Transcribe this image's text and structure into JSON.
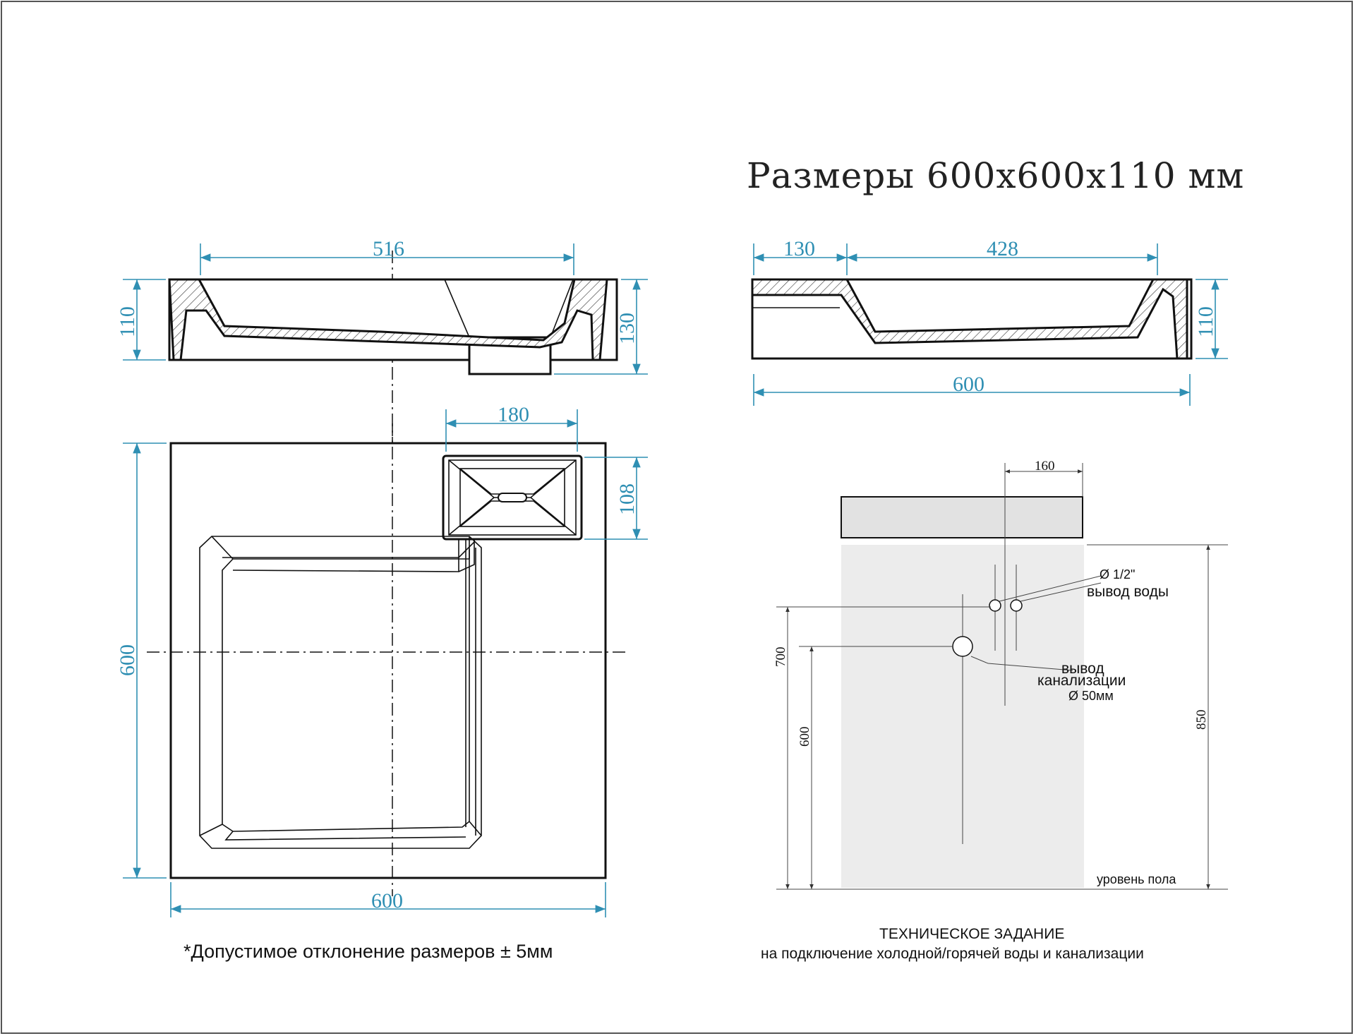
{
  "title": "Размеры 600х600х110 мм",
  "side_view_left": {
    "top_width": "516",
    "left_height": "110",
    "right_height": "130"
  },
  "side_view_right": {
    "left_step": "130",
    "bowl_width": "428",
    "height": "110",
    "total_width": "600"
  },
  "top_view": {
    "drain_width": "180",
    "drain_depth": "108",
    "height": "600",
    "width": "600"
  },
  "tolerance_note": "*Допустимое отклонение размеров ± 5мм",
  "tech_spec": {
    "offset_top": "160",
    "water_pipe_diameter": "Ø 1/2\"",
    "water_outlet_label": "вывод воды",
    "drain_label_line1": "вывод",
    "drain_label_line2": "канализации",
    "drain_diameter": "Ø 50мм",
    "height_700": "700",
    "height_600": "600",
    "height_850": "850",
    "floor_label": "уровень пола",
    "heading": "ТЕХНИЧЕСКОЕ ЗАДАНИЕ",
    "subheading": "на подключение холодной/горячей воды и канализации"
  },
  "colors": {
    "dimension": "#2f8fb3",
    "wall_fill": "#ececec",
    "counter_fill": "#e2e2e2"
  }
}
